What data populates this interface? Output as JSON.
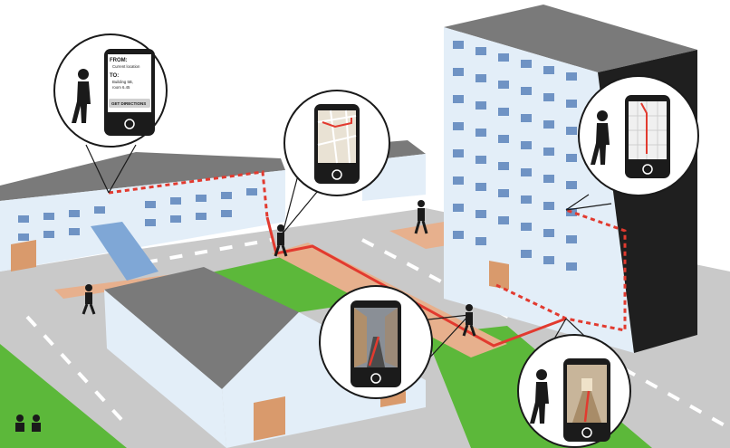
{
  "palette": {
    "building_wall": "#e3eef8",
    "building_roof": "#7a7a7a",
    "window": "#6f93c4",
    "grass": "#5cb83a",
    "road": "#c9c9c9",
    "sidewalk": "#e7b08d",
    "route": "#e23a2f",
    "phone_body": "#1b1b1b"
  },
  "callout_1": {
    "from_label": "FROM:",
    "from_value": "Current location",
    "to_label": "TO:",
    "to_value_line1": "Building 5B,",
    "to_value_line2": "room 6.45",
    "button_label": "GET DIRECTIONS"
  },
  "callouts": [
    {
      "icon": "walking-person-icon",
      "screen": "directions-form"
    },
    {
      "icon": "map-screen-icon",
      "screen": "outdoor-map"
    },
    {
      "icon": "walking-person-icon",
      "screen": "indoor-floor-plan"
    },
    {
      "icon": "street-view-icon",
      "screen": "outdoor-street-view"
    },
    {
      "icon": "walking-person-icon",
      "screen": "indoor-corridor-view"
    }
  ]
}
